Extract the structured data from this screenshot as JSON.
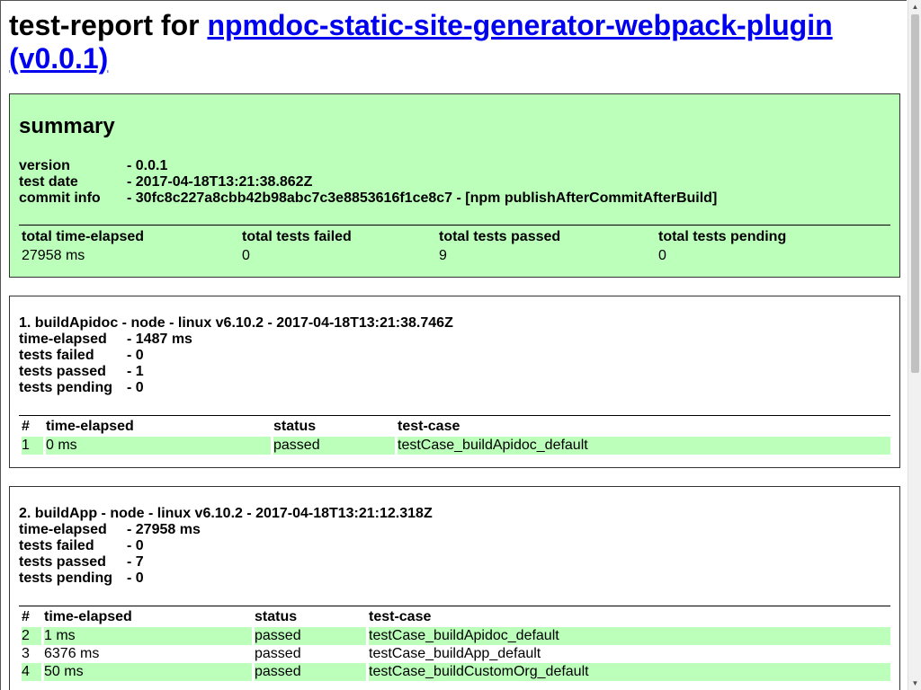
{
  "header": {
    "title_prefix": "test-report for ",
    "package_link": "npmdoc-static-site-generator-webpack-plugin",
    "version_link": "(v0.0.1)"
  },
  "summary": {
    "heading": "summary",
    "version_label": "version",
    "version_value": "- 0.0.1",
    "date_label": "test date",
    "date_value": "- 2017-04-18T13:21:38.862Z",
    "commit_label": "commit info",
    "commit_value": "- 30fc8c227a8cbb42b98abc7c3e8853616f1ce8c7 - [npm publishAfterCommitAfterBuild]",
    "columns": [
      "total time-elapsed",
      "total tests failed",
      "total tests passed",
      "total tests pending"
    ],
    "values": [
      "27958 ms",
      "0",
      "9",
      "0"
    ]
  },
  "suites": [
    {
      "title": "1. buildApidoc - node - linux v6.10.2 - 2017-04-18T13:21:38.746Z",
      "time_label": "time-elapsed",
      "time_value": "- 1487 ms",
      "failed_label": "tests failed",
      "failed_value": "- 0",
      "passed_label": "tests passed",
      "passed_value": "- 1",
      "pending_label": "tests pending",
      "pending_value": "- 0",
      "columns": [
        "#",
        "time-elapsed",
        "status",
        "test-case"
      ],
      "rows": [
        [
          "1",
          "0 ms",
          "passed",
          "testCase_buildApidoc_default"
        ]
      ]
    },
    {
      "title": "2. buildApp - node - linux v6.10.2 - 2017-04-18T13:21:12.318Z",
      "time_label": "time-elapsed",
      "time_value": "- 27958 ms",
      "failed_label": "tests failed",
      "failed_value": "- 0",
      "passed_label": "tests passed",
      "passed_value": "- 7",
      "pending_label": "tests pending",
      "pending_value": "- 0",
      "columns": [
        "#",
        "time-elapsed",
        "status",
        "test-case"
      ],
      "rows": [
        [
          "2",
          "1 ms",
          "passed",
          "testCase_buildApidoc_default"
        ],
        [
          "3",
          "6376 ms",
          "passed",
          "testCase_buildApp_default"
        ],
        [
          "4",
          "50 ms",
          "passed",
          "testCase_buildCustomOrg_default"
        ]
      ]
    }
  ],
  "colors": {
    "pass_bg": "#bbffbb",
    "link": "#0000ee"
  }
}
